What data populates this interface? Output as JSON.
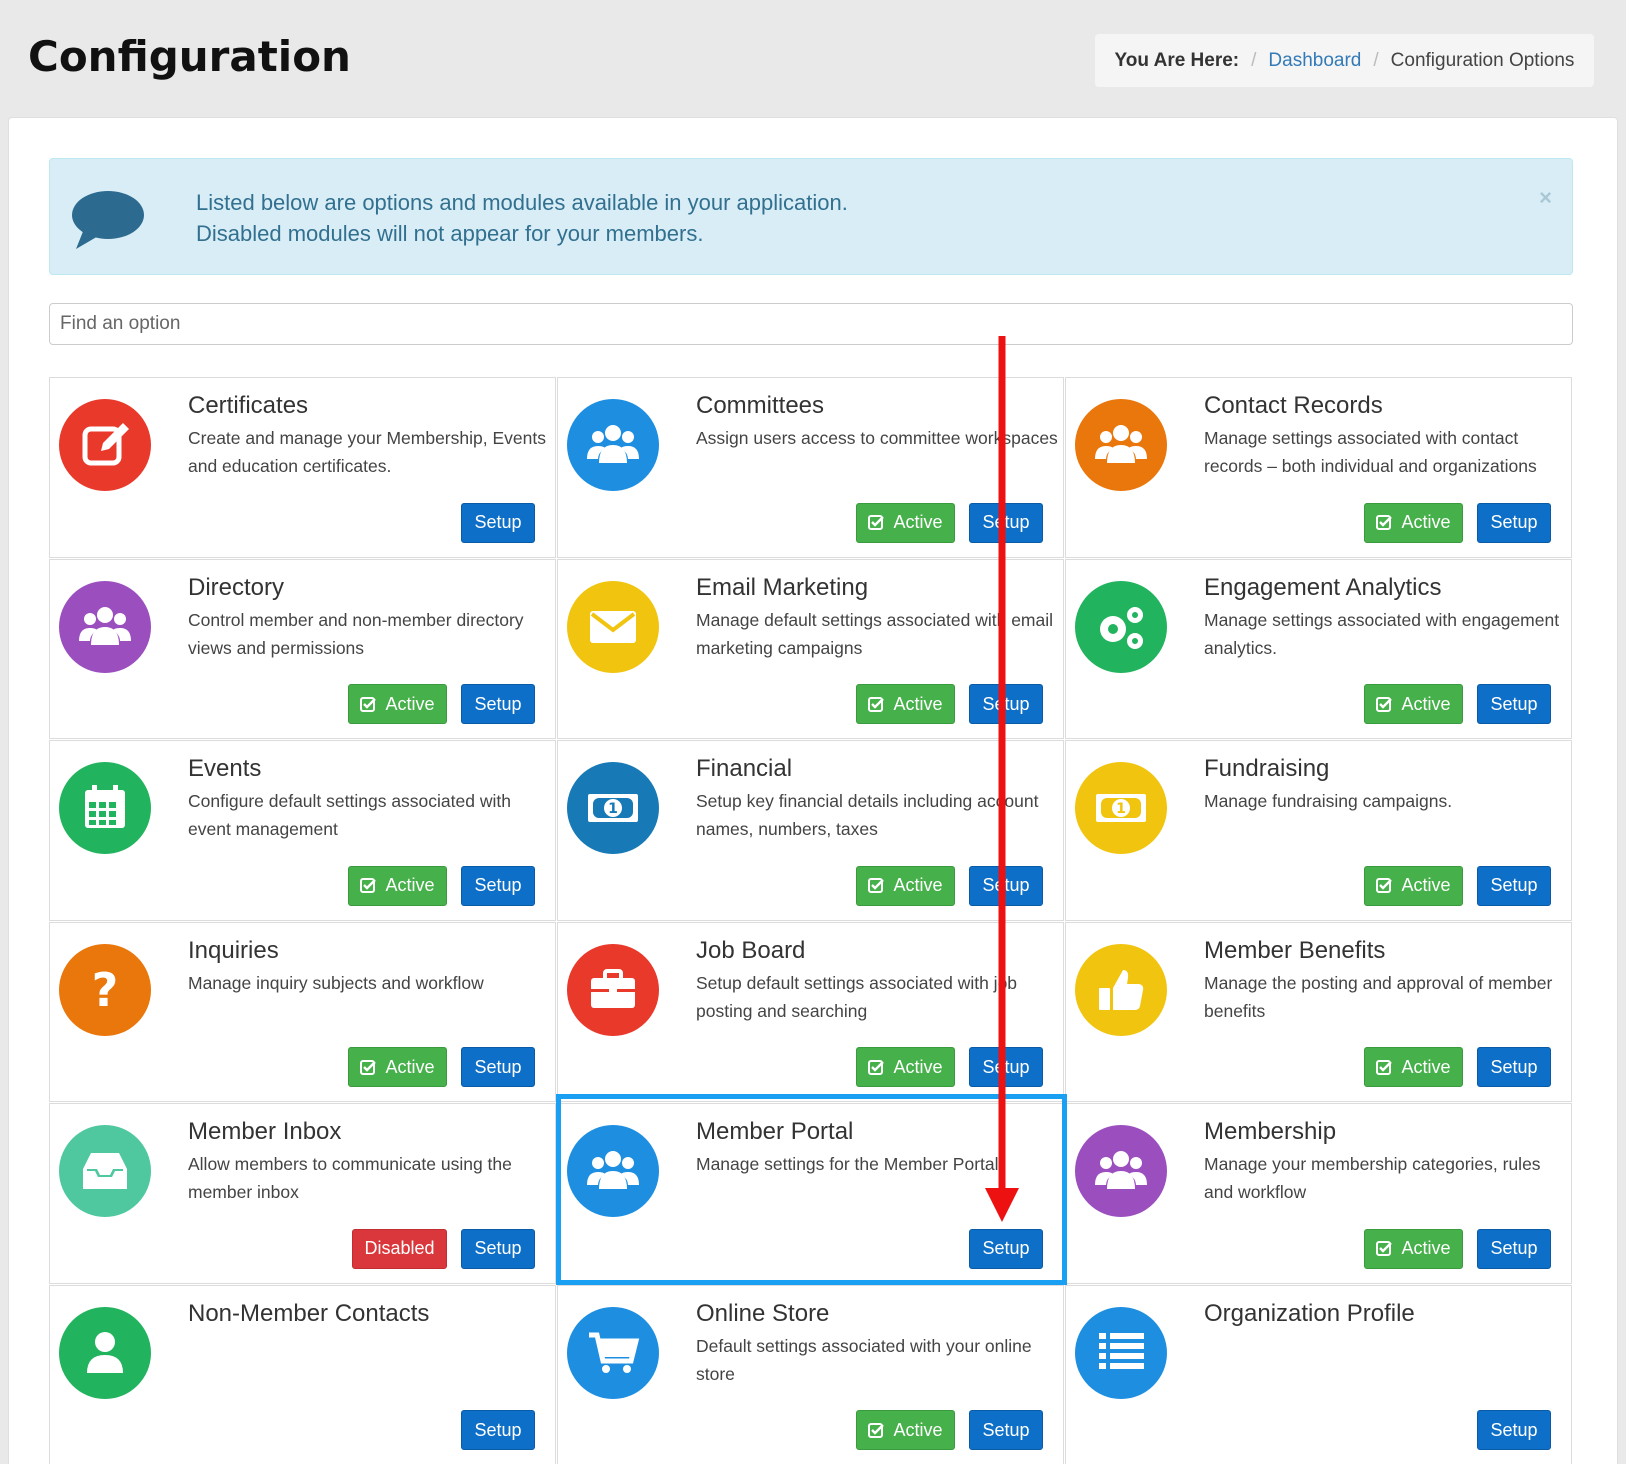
{
  "header": {
    "title": "Configuration",
    "breadcrumb": {
      "label": "You Are Here:",
      "link": "Dashboard",
      "current": "Configuration Options",
      "separator": "/"
    }
  },
  "alert": {
    "line1": "Listed below are options and modules available in your application.",
    "line2": "Disabled modules will not appear for your members.",
    "close": "×"
  },
  "search": {
    "placeholder": "Find an option",
    "value": ""
  },
  "modules": [
    {
      "title": "Certificates",
      "description": "Create and manage your Membership, Events and education certificates.",
      "icon": "edit-icon",
      "color": "#e8392b",
      "status": null,
      "setup_label": "Setup"
    },
    {
      "title": "Committees",
      "description": "Assign users access to committee workspaces",
      "icon": "users-icon",
      "color": "#1e8fe0",
      "status": "Active",
      "setup_label": "Setup"
    },
    {
      "title": "Contact Records",
      "description": "Manage settings associated with contact records – both individual and organizations",
      "icon": "users-icon",
      "color": "#e9770c",
      "status": "Active",
      "setup_label": "Setup"
    },
    {
      "title": "Directory",
      "description": "Control member and non-member directory views and permissions",
      "icon": "users-icon",
      "color": "#9b4fbf",
      "status": "Active",
      "setup_label": "Setup"
    },
    {
      "title": "Email Marketing",
      "description": "Manage default settings associated with email marketing campaigns",
      "icon": "envelope-icon",
      "color": "#f1c40f",
      "status": "Active",
      "setup_label": "Setup"
    },
    {
      "title": "Engagement Analytics",
      "description": "Manage settings associated with engagement analytics.",
      "icon": "gears-icon",
      "color": "#22b35e",
      "status": "Active",
      "setup_label": "Setup"
    },
    {
      "title": "Events",
      "description": "Configure default settings associated with event management",
      "icon": "calendar-icon",
      "color": "#22b35e",
      "status": "Active",
      "setup_label": "Setup"
    },
    {
      "title": "Financial",
      "description": "Setup key financial details including account names, numbers, taxes",
      "icon": "money-icon",
      "color": "#1779b5",
      "status": "Active",
      "setup_label": "Setup"
    },
    {
      "title": "Fundraising",
      "description": "Manage fundraising campaigns.",
      "icon": "money-icon",
      "color": "#f1c40f",
      "status": "Active",
      "setup_label": "Setup"
    },
    {
      "title": "Inquiries",
      "description": "Manage inquiry subjects and workflow",
      "icon": "question-icon",
      "color": "#e9770c",
      "status": "Active",
      "setup_label": "Setup"
    },
    {
      "title": "Job Board",
      "description": "Setup default settings associated with job posting and searching",
      "icon": "briefcase-icon",
      "color": "#e8392b",
      "status": "Active",
      "setup_label": "Setup"
    },
    {
      "title": "Member Benefits",
      "description": "Manage the posting and approval of member benefits",
      "icon": "thumbs-up-icon",
      "color": "#f1c40f",
      "status": "Active",
      "setup_label": "Setup"
    },
    {
      "title": "Member Inbox",
      "description": "Allow members to communicate using the member inbox",
      "icon": "inbox-icon",
      "color": "#4fc8a0",
      "status": "Disabled",
      "setup_label": "Setup"
    },
    {
      "title": "Member Portal",
      "description": "Manage settings for the Member Portal",
      "icon": "users-icon",
      "color": "#1e8fe0",
      "status": null,
      "setup_label": "Setup"
    },
    {
      "title": "Membership",
      "description": "Manage your membership categories, rules and workflow",
      "icon": "users-icon",
      "color": "#9b4fbf",
      "status": "Active",
      "setup_label": "Setup"
    },
    {
      "title": "Non-Member Contacts",
      "description": "",
      "icon": "user-icon",
      "color": "#22b35e",
      "status": null,
      "setup_label": "Setup"
    },
    {
      "title": "Online Store",
      "description": "Default settings associated with your online store",
      "icon": "cart-icon",
      "color": "#1e8fe0",
      "status": "Active",
      "setup_label": "Setup"
    },
    {
      "title": "Organization Profile",
      "description": "",
      "icon": "list-icon",
      "color": "#1e8fe0",
      "status": null,
      "setup_label": "Setup"
    }
  ],
  "annotation": {
    "highlight_color": "#1aa0f2",
    "arrow_color": "#ee1111"
  }
}
